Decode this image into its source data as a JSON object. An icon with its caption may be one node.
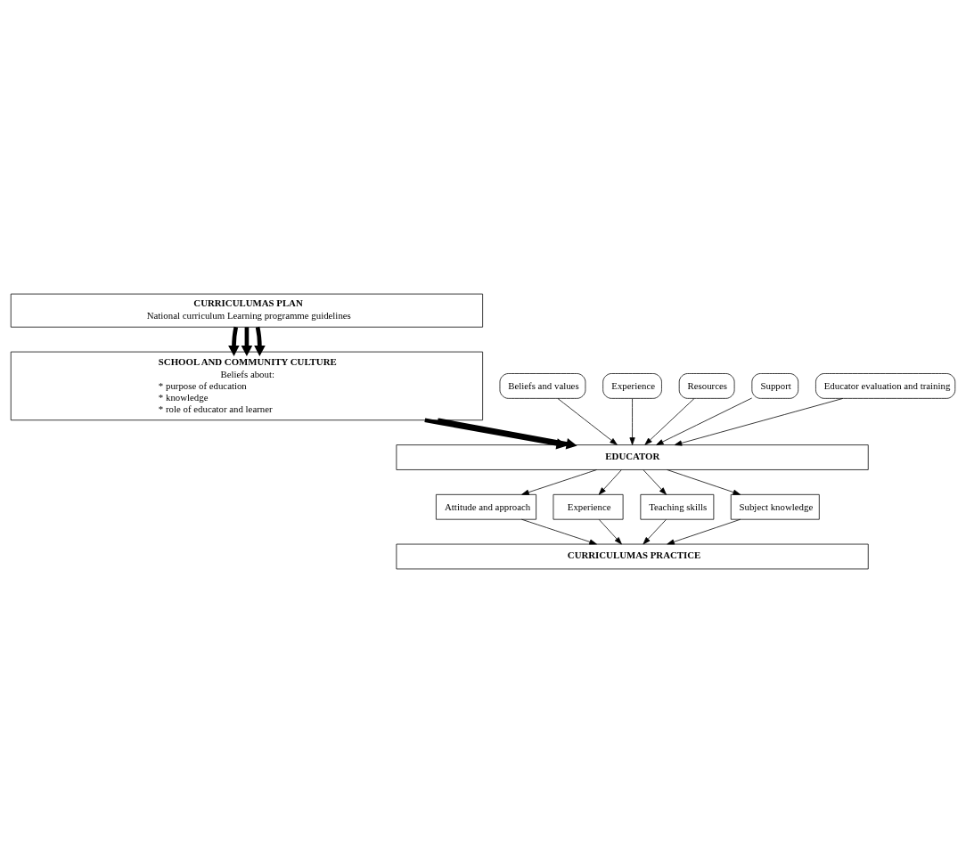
{
  "diagram": {
    "nodes": [
      {
        "text": [
          "CURRICULUMAS PLAN",
          "National curriculum Learning programme guidelines"
        ]
      },
      {
        "text": [
          "SCHOOL AND COMMUNITY CULTURE",
          "Beliefs about:",
          "* purpose of education",
          "* knowledge",
          "* role of educator and learner"
        ]
      },
      {
        "text": [
          "Beliefs and values"
        ]
      },
      {
        "text": [
          "Experience"
        ]
      },
      {
        "text": [
          "Resources"
        ]
      },
      {
        "text": [
          "Support"
        ]
      },
      {
        "text": [
          "Educator evaluation and training"
        ]
      },
      {
        "text": [
          "EDUCATOR"
        ]
      },
      {
        "text": [
          "Attitude and approach"
        ]
      },
      {
        "text": [
          "Experience"
        ]
      },
      {
        "text": [
          "Teaching skills"
        ]
      },
      {
        "text": [
          "Subject knowledge"
        ]
      },
      {
        "text": [
          "CURRICULUMAS PRACTICE"
        ]
      }
    ],
    "edges": [
      {
        "from": 0,
        "to": 1,
        "arrow": "to",
        "style": "thick"
      },
      {
        "from": 0,
        "to": 1,
        "arrow": "to",
        "style": "thick"
      },
      {
        "from": 0,
        "to": 1,
        "arrow": "to",
        "style": "thick"
      },
      {
        "from": 1,
        "to": 7,
        "arrow": "to",
        "style": "thick"
      },
      {
        "from": 1,
        "to": 7,
        "arrow": "to",
        "style": "thick"
      },
      {
        "from": 2,
        "to": 7,
        "arrow": "to"
      },
      {
        "from": 3,
        "to": 7,
        "arrow": "to"
      },
      {
        "from": 4,
        "to": 7,
        "arrow": "to"
      },
      {
        "from": 5,
        "to": 7,
        "arrow": "to"
      },
      {
        "from": 6,
        "to": 7,
        "arrow": "to"
      },
      {
        "from": 7,
        "to": 8,
        "arrow": "to"
      },
      {
        "from": 7,
        "to": 9,
        "arrow": "to"
      },
      {
        "from": 7,
        "to": 10,
        "arrow": "to"
      },
      {
        "from": 7,
        "to": 11,
        "arrow": "to"
      },
      {
        "from": 8,
        "to": 12,
        "arrow": "to"
      },
      {
        "from": 9,
        "to": 12,
        "arrow": "to"
      },
      {
        "from": 10,
        "to": 12,
        "arrow": "to"
      },
      {
        "from": 11,
        "to": 12,
        "arrow": "to"
      }
    ]
  }
}
